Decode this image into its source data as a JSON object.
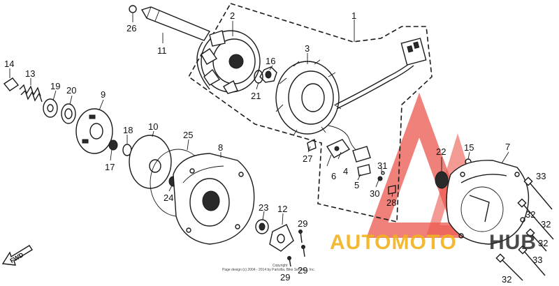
{
  "diagram": {
    "part_labels": [
      "1",
      "2",
      "3",
      "4",
      "5",
      "6",
      "7",
      "8",
      "9",
      "10",
      "11",
      "12",
      "13",
      "14",
      "15",
      "16",
      "17",
      "18",
      "19",
      "20",
      "21",
      "22",
      "23",
      "24",
      "25",
      "26",
      "27",
      "28",
      "29",
      "29",
      "29",
      "30",
      "31",
      "32",
      "32",
      "32",
      "32",
      "33",
      "33"
    ],
    "fwd_label": "FWD",
    "copyright_line1": "Copyright",
    "copyright_line2": "Page design (c) 2004 - 2014 by Partzilla, Bike Services, Inc."
  },
  "watermark": {
    "brand_part1": "AUTOMOTO",
    "brand_part2": "HUB",
    "color_primary": "#e8392f",
    "color_secondary": "#f2b21c",
    "color_dark": "#2b2b2b"
  }
}
